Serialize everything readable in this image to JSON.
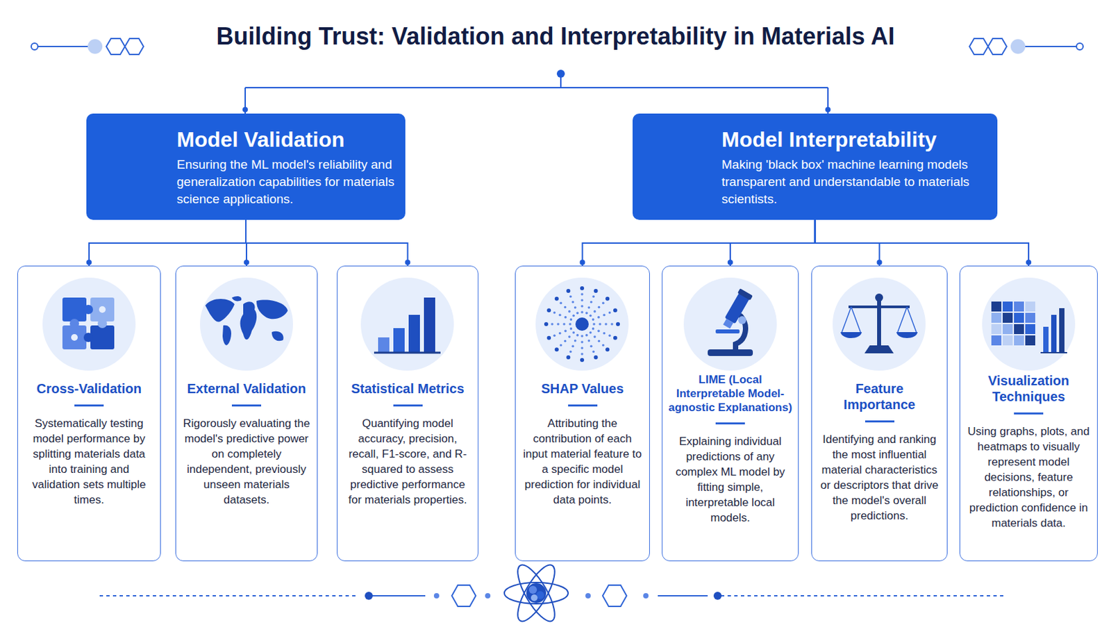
{
  "diagram": {
    "title": "Building Trust: Validation and Interpretability in Materials AI",
    "nodes": [
      {
        "text": [
          "Model Validation",
          "Ensuring the ML model's reliability and generalization capabilities for materials science applications."
        ]
      },
      {
        "text": [
          "Model Interpretability",
          "Making 'black box' machine learning models transparent and understandable to materials scientists."
        ]
      },
      {
        "text": [
          "Cross-Validation",
          "Systematically testing model performance by splitting materials data into training and validation sets multiple times."
        ]
      },
      {
        "text": [
          "External Validation",
          "Rigorously evaluating the model's predictive power on completely independent, previously unseen materials datasets."
        ]
      },
      {
        "text": [
          "Statistical Metrics",
          "Quantifying model accuracy, precision, recall, F1-score, and R-squared to assess predictive performance for materials properties."
        ]
      },
      {
        "text": [
          "SHAP Values",
          "Attributing the contribution of each input material feature to a specific model prediction for individual data points."
        ]
      },
      {
        "text": [
          "LIME (Local Interpretable Model-agnostic Explanations)",
          "Explaining individual predictions of any complex ML model by fitting simple, interpretable local models."
        ]
      },
      {
        "text": [
          "Feature Importance",
          "Identifying and ranking the most influential material characteristics or descriptors that drive the model's overall predictions."
        ]
      },
      {
        "text": [
          "Visualization Techniques",
          "Using graphs, plots, and heatmaps to visually represent model decisions, feature relationships, or prediction confidence in materials data."
        ]
      }
    ],
    "edges": [
      {
        "from": 0,
        "to": 2,
        "arrow": "none"
      },
      {
        "from": 0,
        "to": 3,
        "arrow": "none"
      },
      {
        "from": 0,
        "to": 4,
        "arrow": "none"
      },
      {
        "from": 1,
        "to": 5,
        "arrow": "none"
      },
      {
        "from": 1,
        "to": 6,
        "arrow": "none"
      },
      {
        "from": 1,
        "to": 7,
        "arrow": "none"
      },
      {
        "from": 1,
        "to": 8,
        "arrow": "none"
      }
    ]
  }
}
